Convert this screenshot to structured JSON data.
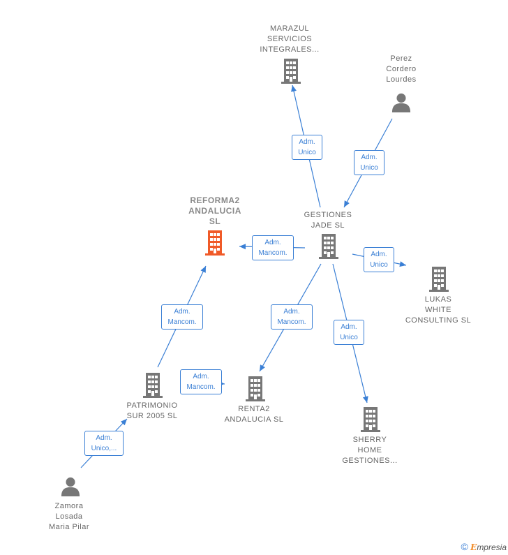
{
  "nodes": {
    "marazul": {
      "label": "MARAZUL\nSERVICIOS\nINTEGRALES...",
      "type": "company"
    },
    "perez": {
      "label": "Perez\nCordero\nLourdes",
      "type": "person"
    },
    "reforma2": {
      "label": "REFORMA2\nANDALUCIA\nSL",
      "type": "company-main"
    },
    "gestiones": {
      "label": "GESTIONES\nJADE  SL",
      "type": "company"
    },
    "lukas": {
      "label": "LUKAS\nWHITE\nCONSULTING SL",
      "type": "company"
    },
    "renta2": {
      "label": "RENTA2\nANDALUCIA  SL",
      "type": "company"
    },
    "sherry": {
      "label": "SHERRY\nHOME\nGESTIONES...",
      "type": "company"
    },
    "patrimonio": {
      "label": "PATRIMONIO\nSUR 2005  SL",
      "type": "company"
    },
    "zamora": {
      "label": "Zamora\nLosada\nMaria Pilar",
      "type": "person"
    }
  },
  "edges": [
    {
      "id": "e1",
      "from": "gestiones",
      "to": "marazul",
      "label1": "Adm.",
      "label2": "Unico"
    },
    {
      "id": "e2",
      "from": "perez",
      "to": "gestiones",
      "label1": "Adm.",
      "label2": "Unico"
    },
    {
      "id": "e3",
      "from": "gestiones",
      "to": "reforma2",
      "label1": "Adm.",
      "label2": "Mancom."
    },
    {
      "id": "e4",
      "from": "gestiones",
      "to": "lukas",
      "label1": "Adm.",
      "label2": "Unico"
    },
    {
      "id": "e5",
      "from": "gestiones",
      "to": "renta2",
      "label1": "Adm.",
      "label2": "Mancom."
    },
    {
      "id": "e6",
      "from": "gestiones",
      "to": "sherry",
      "label1": "Adm.",
      "label2": "Unico"
    },
    {
      "id": "e7",
      "from": "patrimonio",
      "to": "reforma2",
      "label1": "Adm.",
      "label2": "Mancom."
    },
    {
      "id": "e8",
      "from": "patrimonio",
      "to": "renta2",
      "label1": "Adm.",
      "label2": "Mancom."
    },
    {
      "id": "e9",
      "from": "zamora",
      "to": "patrimonio",
      "label1": "Adm.",
      "label2": "Unico,..."
    }
  ],
  "colors": {
    "edge": "#3a7fd5",
    "company": "#777777",
    "main": "#f05a28",
    "person": "#777777"
  },
  "footer": {
    "copyright": "©",
    "brand_first": "E",
    "brand_rest": "mpresia"
  }
}
